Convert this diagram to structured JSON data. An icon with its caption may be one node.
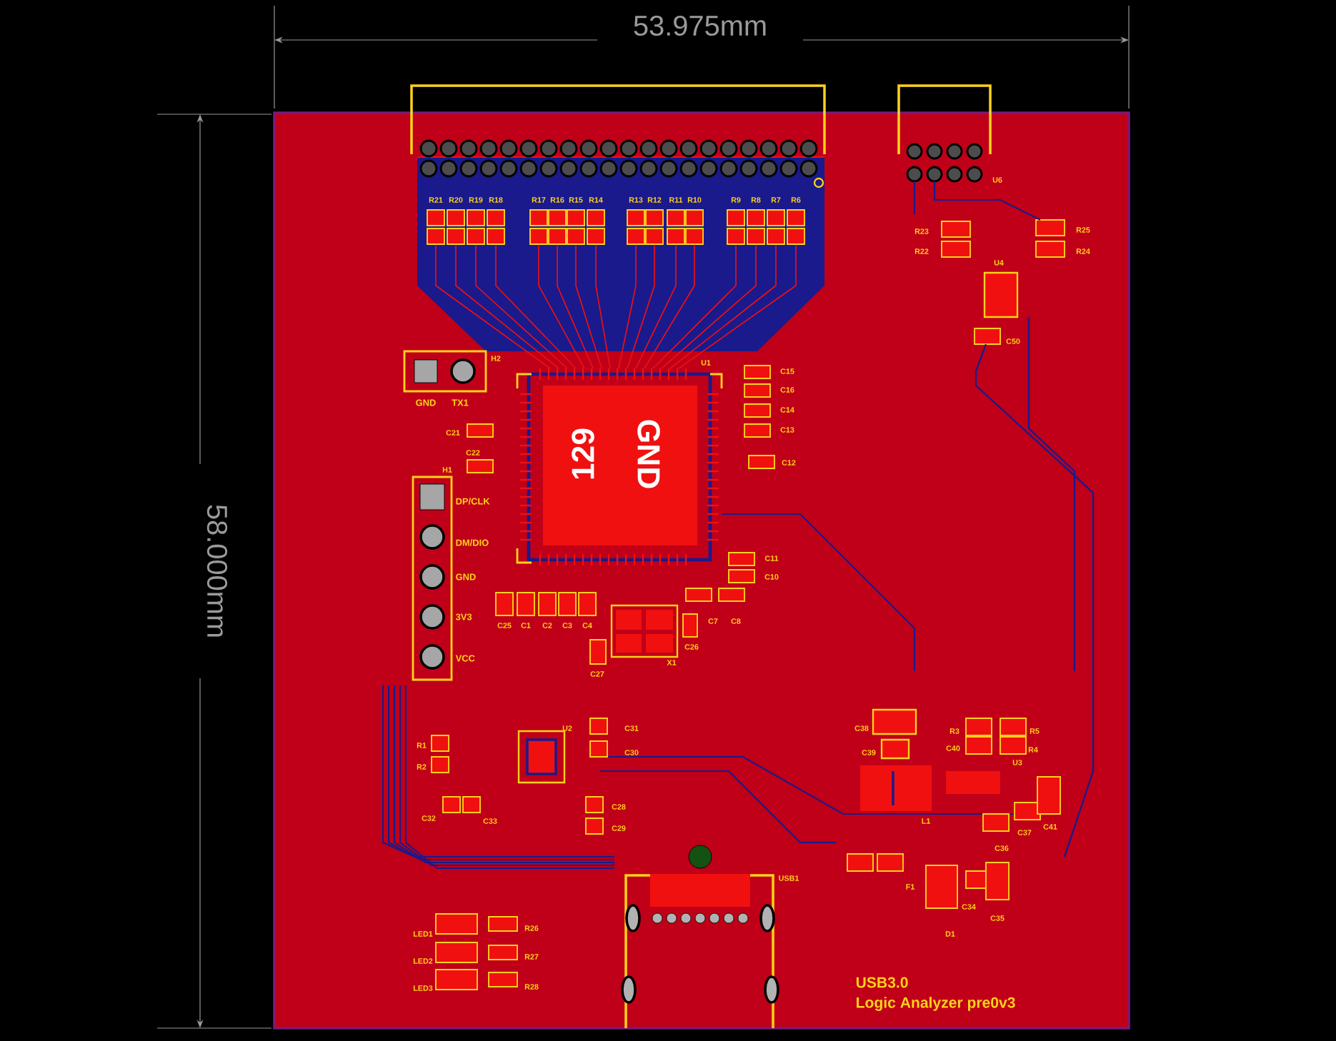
{
  "diagram": {
    "labels": [
      "53.975mm",
      "58.000mm",
      "R21",
      "R20",
      "R19",
      "R18",
      "R17",
      "R16",
      "R15",
      "R14",
      "R13",
      "R12",
      "R11",
      "R10",
      "R9",
      "R8",
      "R7",
      "R6",
      "U6",
      "R23",
      "R22",
      "R25",
      "R24",
      "U4",
      "C50",
      "H2",
      "U1",
      "C15",
      "C16",
      "C14",
      "C13",
      "C12",
      "GND",
      "TX1",
      "C21",
      "C22",
      "H1",
      "129",
      "GND",
      "DP/CLK",
      "DM/DIO",
      "GND",
      "3V3",
      "VCC",
      "C11",
      "C10",
      "C25",
      "C1",
      "C2",
      "C3",
      "C4",
      "C7",
      "C8",
      "C26",
      "C27",
      "X1",
      "U2",
      "C31",
      "C30",
      "R1",
      "R2",
      "C38",
      "R3",
      "R5",
      "C39",
      "C40",
      "R4",
      "U3",
      "C32",
      "C33",
      "C28",
      "C29",
      "L1",
      "C37",
      "C41",
      "C36",
      "F1",
      "USB1",
      "C34",
      "C35",
      "LED1",
      "R26",
      "D1",
      "LED2",
      "R27",
      "LED3",
      "R28",
      "USB3.0",
      "Logic Analyzer pre0v3"
    ]
  }
}
